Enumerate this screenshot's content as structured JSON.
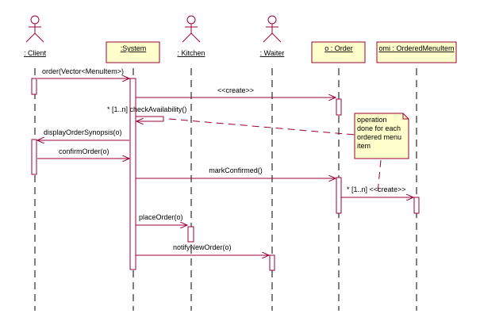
{
  "colors": {
    "line": "#990033",
    "box_fill": "#ffffcc"
  },
  "participants": [
    {
      "id": "client",
      "label": ": Client",
      "kind": "actor"
    },
    {
      "id": "system",
      "label": ":System",
      "kind": "object"
    },
    {
      "id": "kitchen",
      "label": ": Kitchen",
      "kind": "actor"
    },
    {
      "id": "waiter",
      "label": ": Waiter",
      "kind": "actor"
    },
    {
      "id": "order",
      "label": "o : Order",
      "kind": "object"
    },
    {
      "id": "omi",
      "label": "omi : OrderedMenuItem",
      "kind": "object"
    }
  ],
  "messages": [
    {
      "label": "order(Vector<MenuItem>)",
      "from": "client",
      "to": "system"
    },
    {
      "label": "<<create>>",
      "from": "system",
      "to": "order"
    },
    {
      "label": "* [1..n] checkAvailability()",
      "from": "system",
      "to": "system"
    },
    {
      "label": "displayOrderSynopsis(o)",
      "from": "system",
      "to": "client"
    },
    {
      "label": "confirmOrder(o)",
      "from": "client",
      "to": "system"
    },
    {
      "label": "markConfirmed()",
      "from": "system",
      "to": "order"
    },
    {
      "label": "* [1..n] <<create>>",
      "from": "order",
      "to": "omi"
    },
    {
      "label": "placeOrder(o)",
      "from": "system",
      "to": "kitchen"
    },
    {
      "label": "notifyNewOrder(o)",
      "from": "system",
      "to": "waiter"
    }
  ],
  "note": {
    "lines": [
      "operation",
      "done for each",
      "ordered menu",
      "item"
    ]
  }
}
